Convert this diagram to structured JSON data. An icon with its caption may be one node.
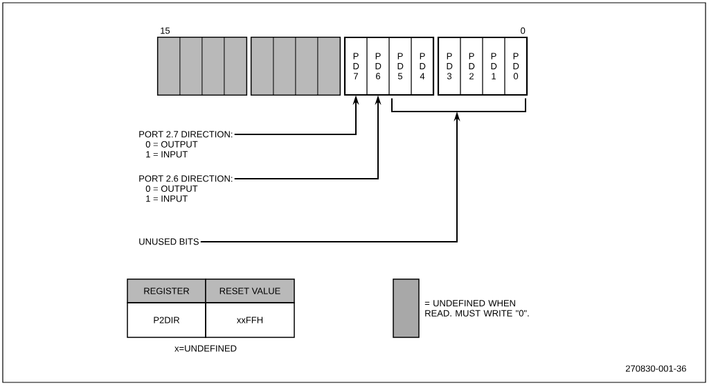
{
  "diagram": {
    "nodes": [
      {
        "text": [],
        "shape": "box"
      },
      {
        "text": [],
        "shape": "box"
      },
      {
        "text": [],
        "shape": "box"
      },
      {
        "text": [],
        "shape": "box"
      },
      {
        "text": [],
        "shape": "box"
      },
      {
        "text": [],
        "shape": "box"
      },
      {
        "text": [],
        "shape": "box"
      },
      {
        "text": [],
        "shape": "box"
      },
      {
        "text": [
          "P D 7"
        ]
      },
      {
        "text": [
          "P D 6"
        ]
      },
      {
        "text": [
          "P D 5"
        ]
      },
      {
        "text": [
          "P D 4"
        ]
      },
      {
        "text": [
          "P D 3"
        ]
      },
      {
        "text": [
          "P D 2"
        ]
      },
      {
        "text": [
          "P D 1"
        ]
      },
      {
        "text": [
          "P D 0"
        ]
      },
      {
        "text": [
          "PORT 2.7 DIRECTION:",
          "0 = OUTPUT",
          "1 = INPUT"
        ]
      },
      {
        "text": [
          "PORT 2.6 DIRECTION:",
          "0 = OUTPUT",
          "1 = INPUT"
        ]
      },
      {
        "text": [
          "UNUSED BITS"
        ]
      },
      {
        "text": [],
        "shape": "bracket"
      }
    ],
    "edges": [
      {
        "from": 16,
        "to": 8,
        "arrow": "to"
      },
      {
        "from": 17,
        "to": 9,
        "arrow": "to"
      },
      {
        "from": 18,
        "to": 19,
        "arrow": "to"
      }
    ],
    "labels": [
      "15",
      "0",
      "REGISTER",
      "RESET VALUE",
      "P2DIR",
      "xxFFH",
      "x=UNDEFINED",
      "270830-001-36"
    ],
    "legend": [
      {
        "text": "= UNDEFINED WHEN READ. MUST WRITE \"0\".",
        "color": "#a8a8a8"
      }
    ]
  }
}
